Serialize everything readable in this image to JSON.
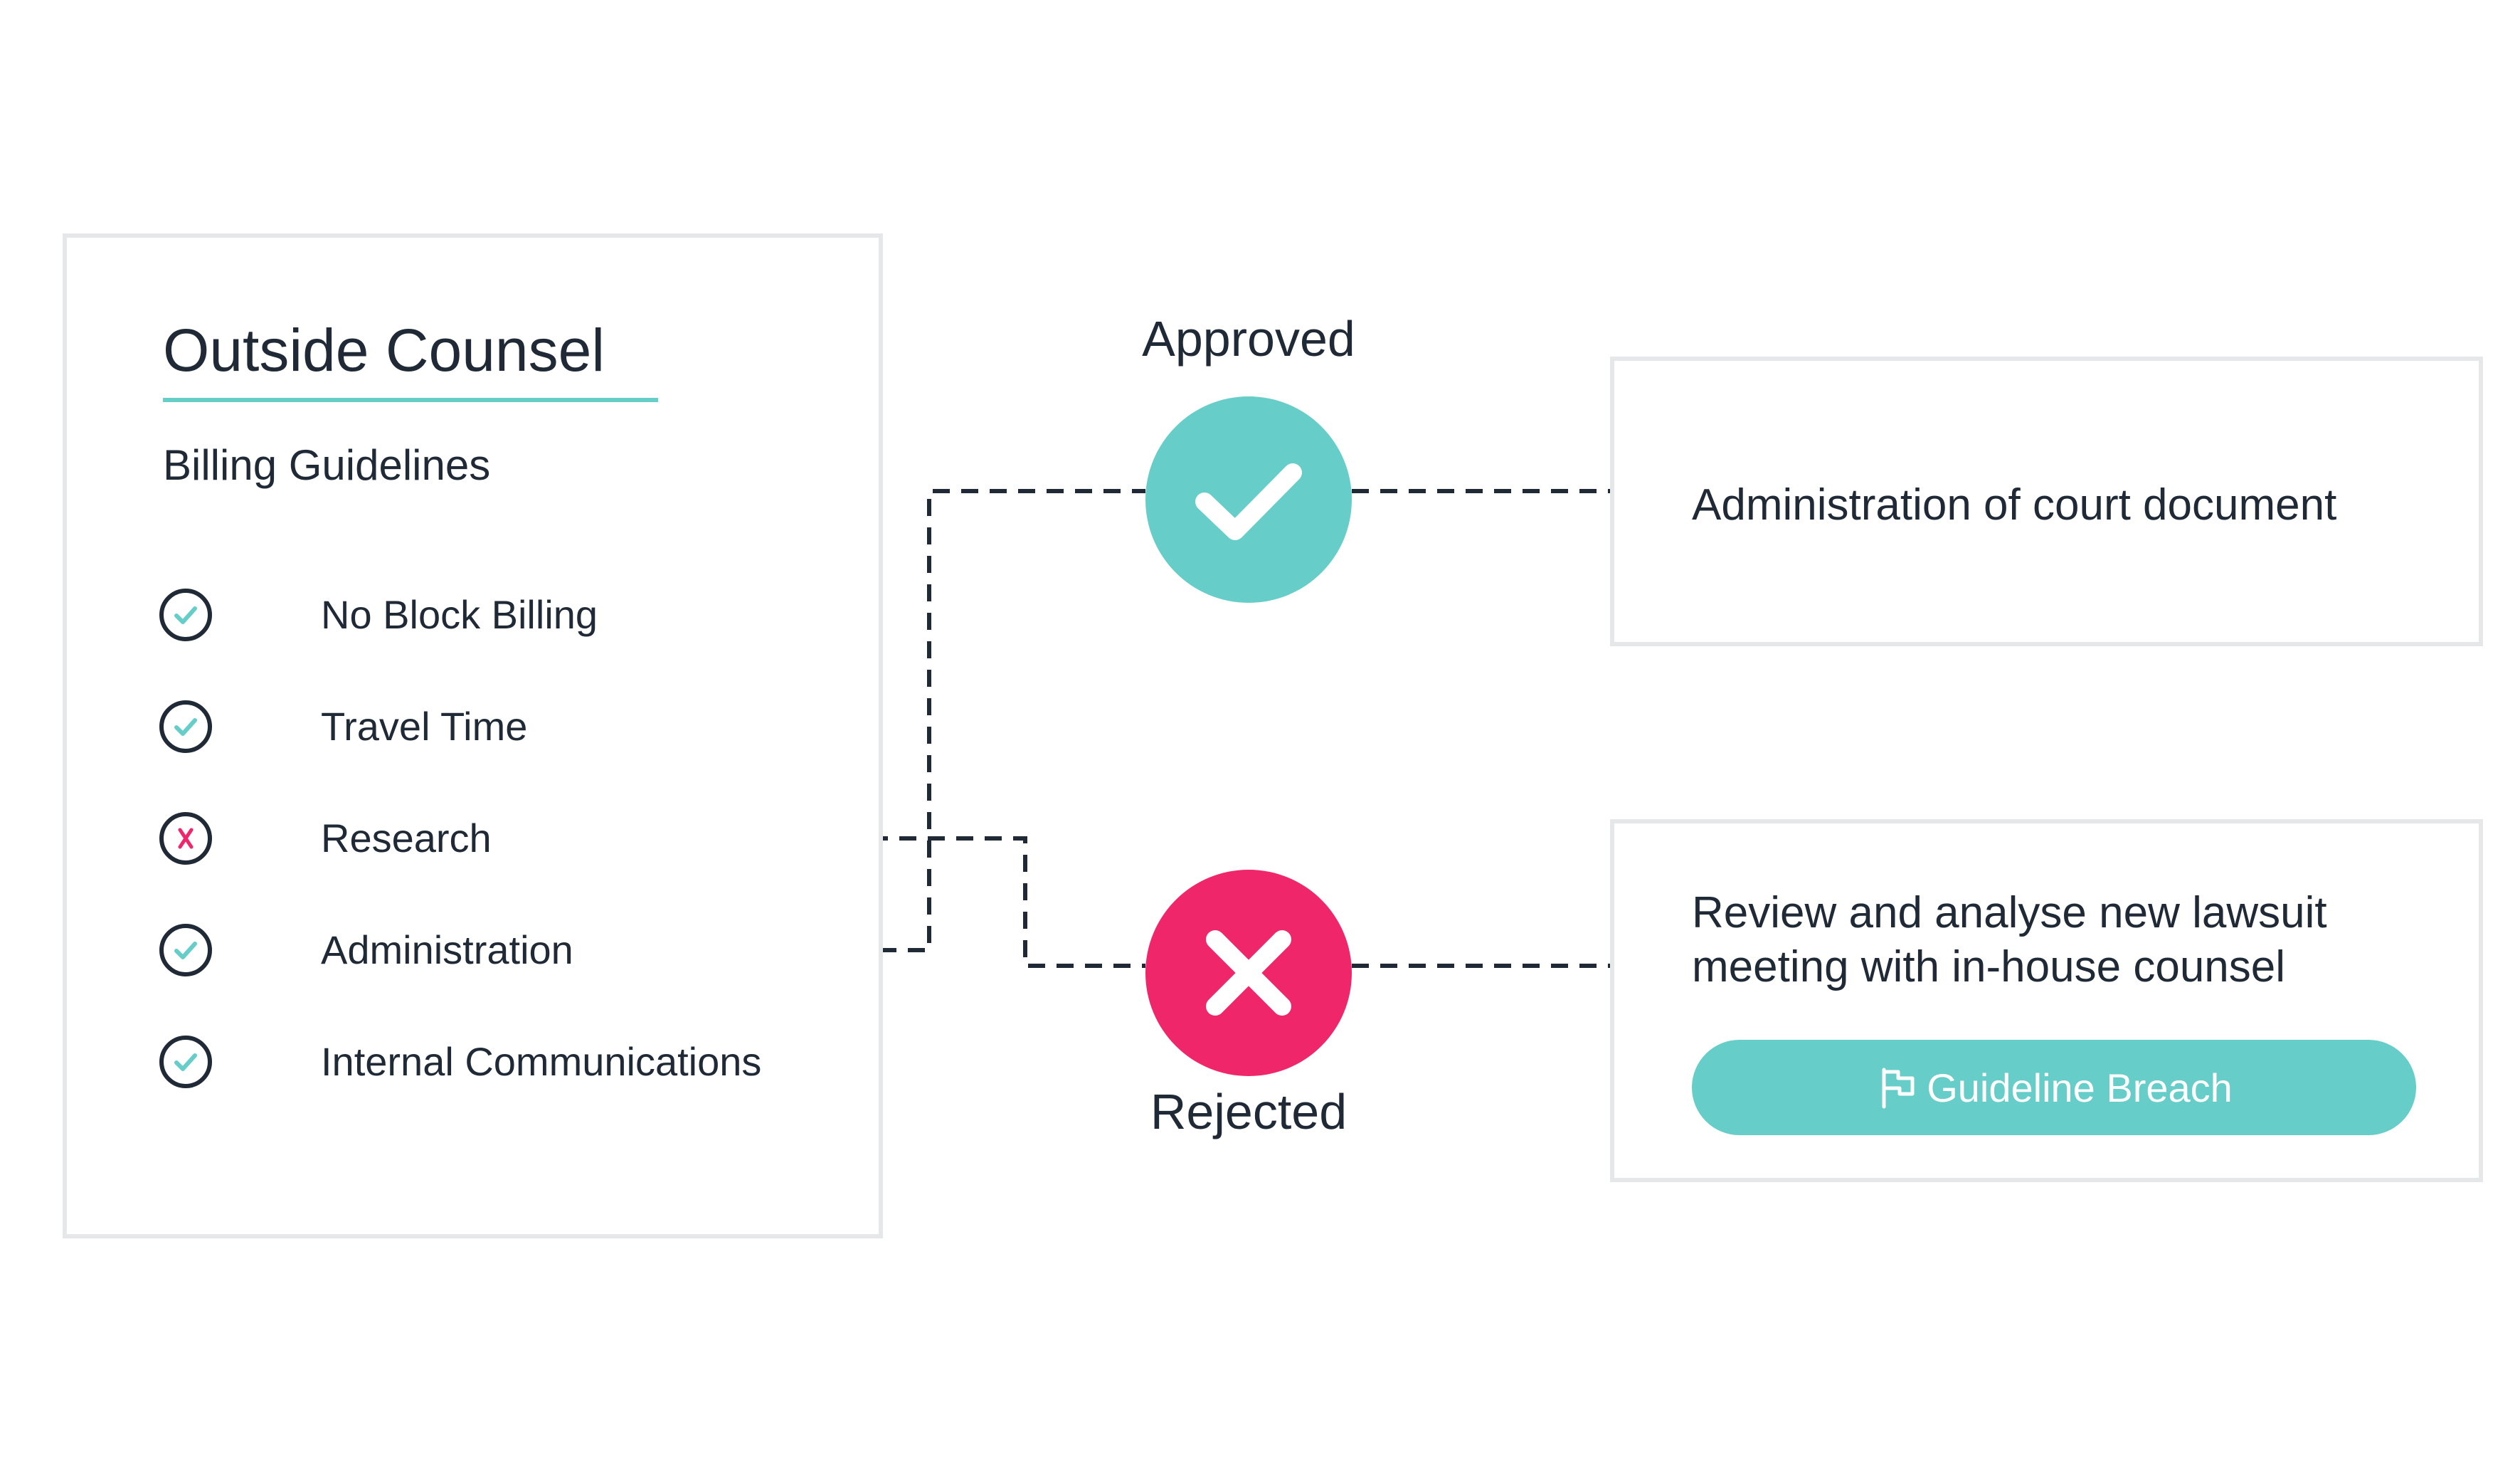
{
  "guidelines": {
    "title": "Outside Counsel",
    "subtitle": "Billing Guidelines",
    "items": [
      {
        "label": "No Block Billing",
        "status": "approved",
        "icon": "check-circle-icon"
      },
      {
        "label": "Travel Time",
        "status": "approved",
        "icon": "check-circle-icon"
      },
      {
        "label": "Research",
        "status": "rejected",
        "icon": "x-circle-icon"
      },
      {
        "label": "Administration",
        "status": "approved",
        "icon": "check-circle-icon"
      },
      {
        "label": "Internal Communications",
        "status": "approved",
        "icon": "check-circle-icon"
      }
    ]
  },
  "outcomes": {
    "approved": {
      "label": "Approved",
      "icon": "checkmark-icon"
    },
    "rejected": {
      "label": "Rejected",
      "icon": "x-mark-icon"
    }
  },
  "entries": {
    "approved": {
      "lines": [
        "Administration of court document"
      ]
    },
    "rejected": {
      "lines": [
        "Review and analyse new lawsuit",
        "meeting with in-house counsel"
      ],
      "badge": {
        "label": "Guideline Breach",
        "icon": "flag-icon"
      }
    }
  },
  "colors": {
    "approved": "#66cdc9",
    "rejected": "#f0266b",
    "text": "#1f2a36",
    "border": "#e6e7e9",
    "button": "#66cdc9"
  }
}
